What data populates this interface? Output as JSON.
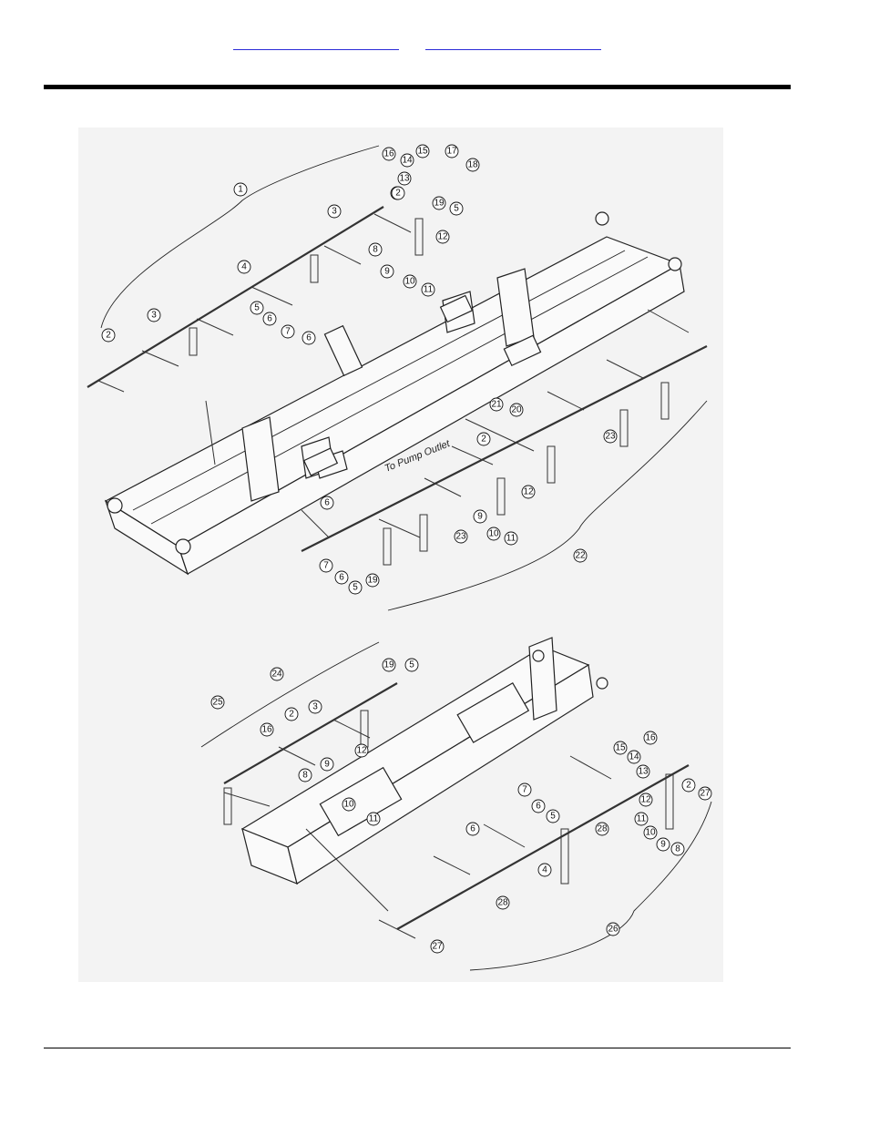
{
  "header": {
    "links": [
      "",
      ""
    ]
  },
  "figure": {
    "annotation": "To Pump Outlet",
    "callouts": {
      "top": [
        "1",
        "2",
        "3",
        "4",
        "5",
        "6",
        "7",
        "6",
        "3",
        "2",
        "16",
        "15",
        "14",
        "13",
        "2",
        "17",
        "18",
        "19",
        "5",
        "12",
        "8",
        "9",
        "10",
        "11",
        "2",
        "21",
        "20",
        "12",
        "9",
        "10",
        "11",
        "23",
        "22",
        "23",
        "6",
        "7",
        "6",
        "5",
        "19"
      ],
      "bottom": [
        "24",
        "25",
        "2",
        "3",
        "19",
        "5",
        "16",
        "12",
        "9",
        "8",
        "10",
        "11",
        "16",
        "15",
        "14",
        "13",
        "2",
        "27",
        "12",
        "11",
        "10",
        "9",
        "8",
        "7",
        "6",
        "5",
        "6",
        "4",
        "28",
        "28",
        "26",
        "27"
      ]
    }
  }
}
